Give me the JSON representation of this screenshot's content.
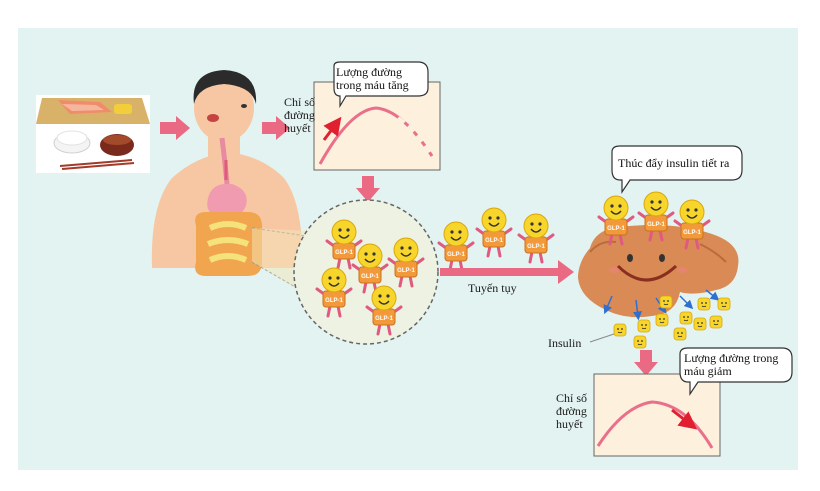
{
  "colors": {
    "panel": "#e3f3f1",
    "arrow": "#ea6a84",
    "skin": "#f7c7a4",
    "hair": "#2b2b2b",
    "curve": "#ea6f8a",
    "graph_bg": "#fdf0dd",
    "glp1_face": "#f7d52a",
    "glp1_body": "#f29a3b",
    "pancreas": "#d98a55",
    "intestine": "#f2a54f"
  },
  "labels": {
    "glucose_index_top": [
      "Chỉ số",
      "đường",
      "huyết"
    ],
    "glucose_index_bottom": [
      "Chỉ số",
      "đường",
      "huyết"
    ],
    "bubble_rise": [
      "Lượng đường",
      "trong máu tăng"
    ],
    "bubble_insulin": "Thúc đẩy insulin tiết ra",
    "bubble_fall": [
      "Lượng đường trong",
      "máu giảm"
    ],
    "pancreas_arrow": "Tuyến tụy",
    "insulin": "Insulin"
  },
  "cell_text": "GLP-1",
  "icons": {
    "meal": "meal-tray-icon",
    "person": "person-digestive-icon",
    "pancreas": "pancreas-character-icon",
    "glp1": "glp1-cell-icon",
    "insulin": "insulin-granule-icon"
  }
}
